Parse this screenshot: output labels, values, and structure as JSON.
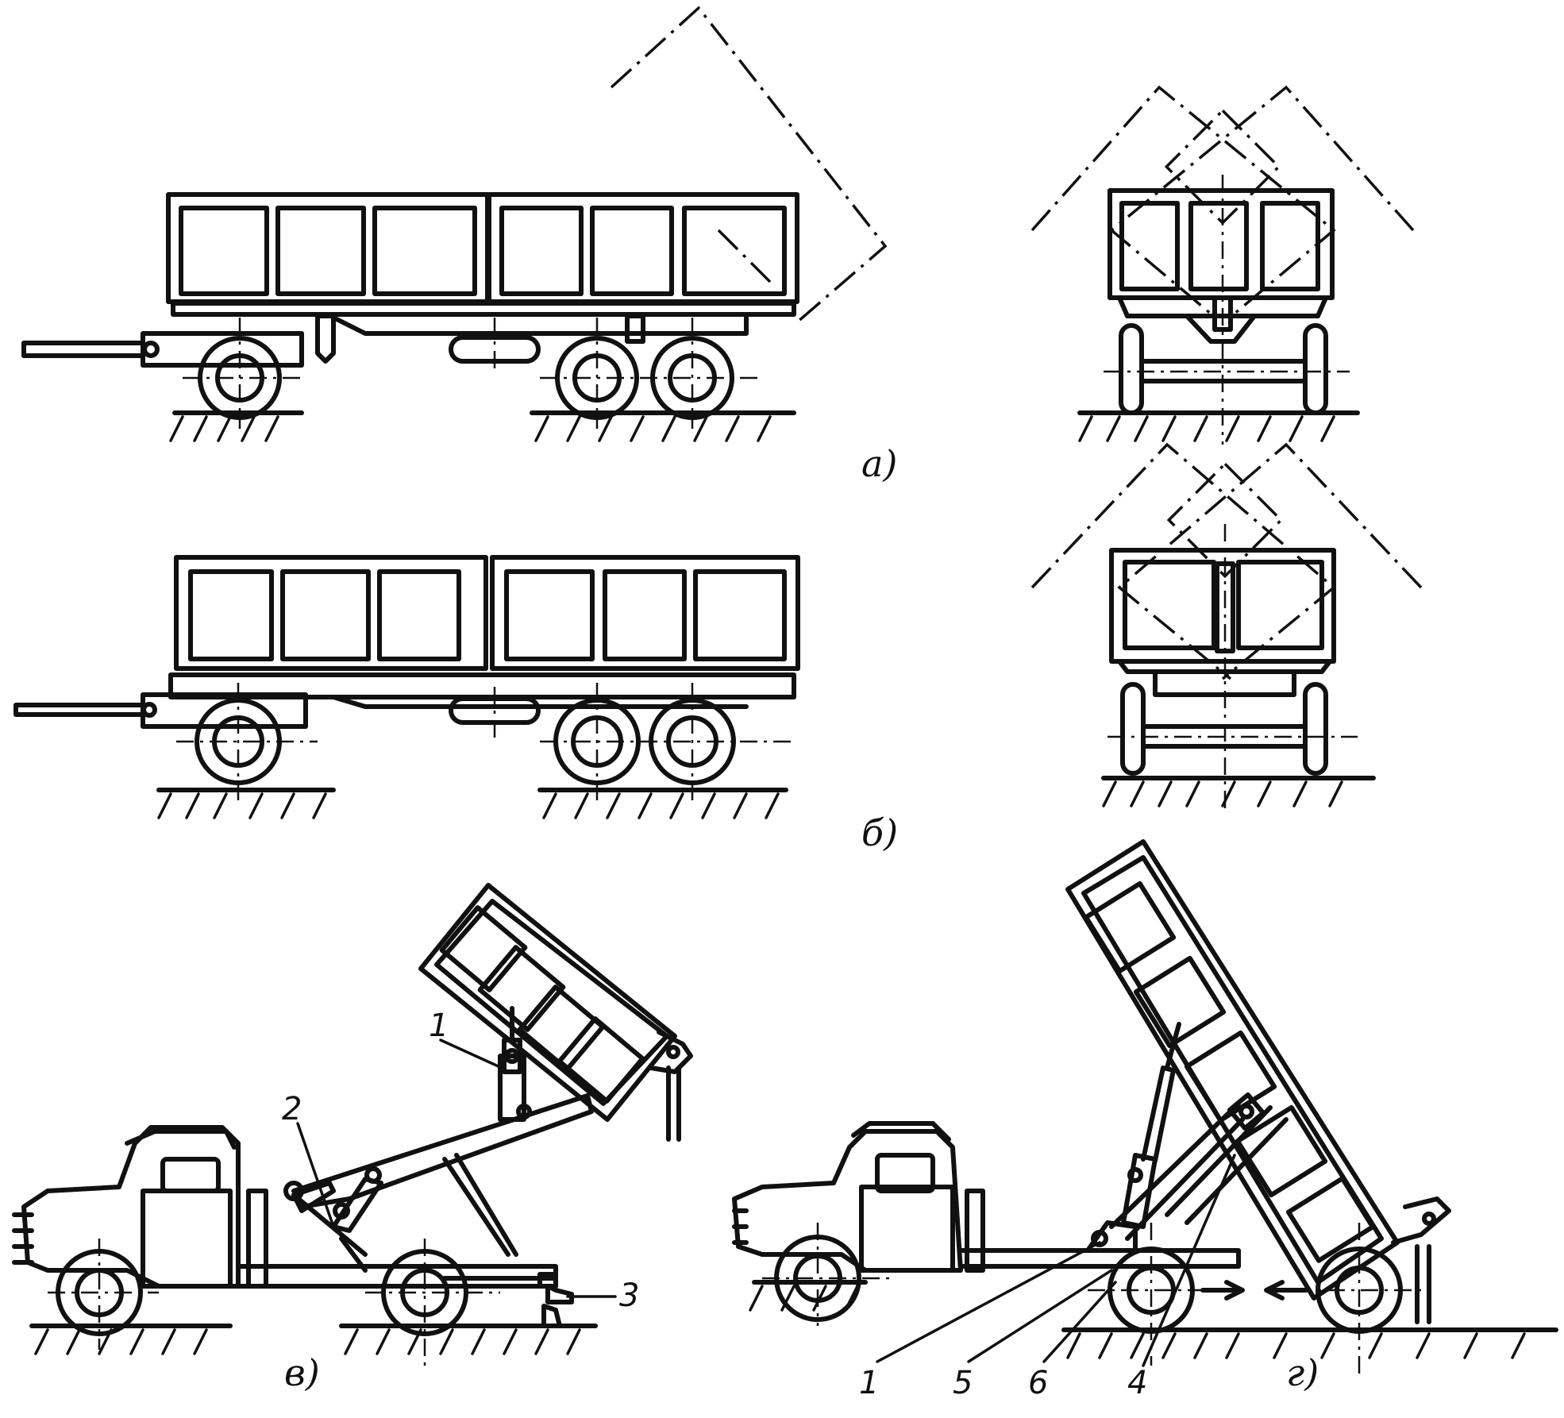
{
  "labels": {
    "a": "а)",
    "b": "б)",
    "v": "в)",
    "g": "г)"
  },
  "callouts": {
    "v": [
      "1",
      "2",
      "3"
    ],
    "g": [
      "1",
      "5",
      "6",
      "4"
    ]
  }
}
